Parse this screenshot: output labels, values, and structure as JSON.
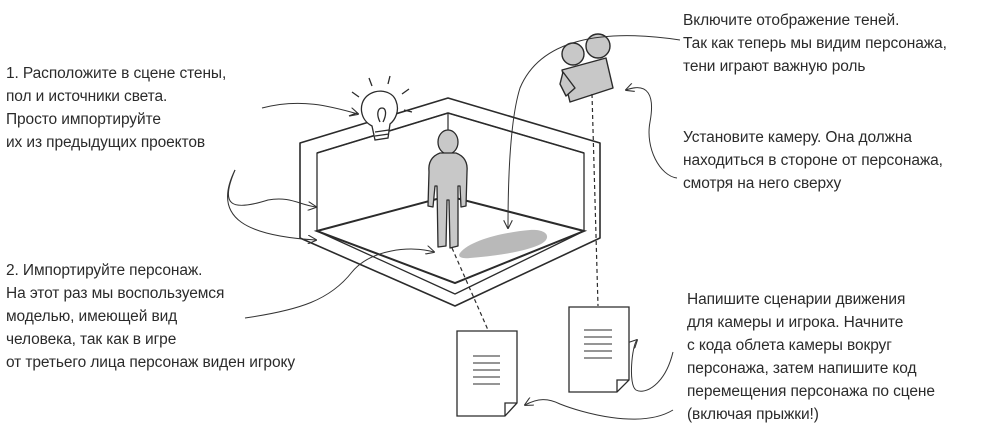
{
  "notes": {
    "scene": [
      "1. Расположите в сцене стены,",
      "пол и источники света.",
      "Просто импортируйте",
      "их из предыдущих проектов"
    ],
    "character": [
      "2. Импортируйте персонаж.",
      "На этот раз мы воспользуемся",
      "моделью, имеющей вид",
      "человека, так как в игре",
      "от третьего лица персонаж виден игроку"
    ],
    "shadows": [
      "Включите отображение теней.",
      "Так как теперь мы видим персонажа,",
      "тени играют важную роль"
    ],
    "camera": [
      "Установите камеру. Она должна",
      "находиться в стороне от персонажа,",
      "смотря на него сверху"
    ],
    "scripts": [
      "Напишите сценарии движения",
      "для камеры и игрока. Начните",
      "с кода облета камеры вокруг",
      "персонажа, затем напишите код",
      "перемещения персонажа по сцене",
      "(включая прыжки!)"
    ]
  },
  "icons": [
    "light-bulb-icon",
    "movie-camera-icon",
    "script-document-icon",
    "script-document-icon",
    "character-figure"
  ],
  "colors": {
    "text": "#2b2b2b",
    "line": "#333333",
    "figure_fill": "#c8c8c8",
    "shadow_fill": "#b9b9b9"
  }
}
